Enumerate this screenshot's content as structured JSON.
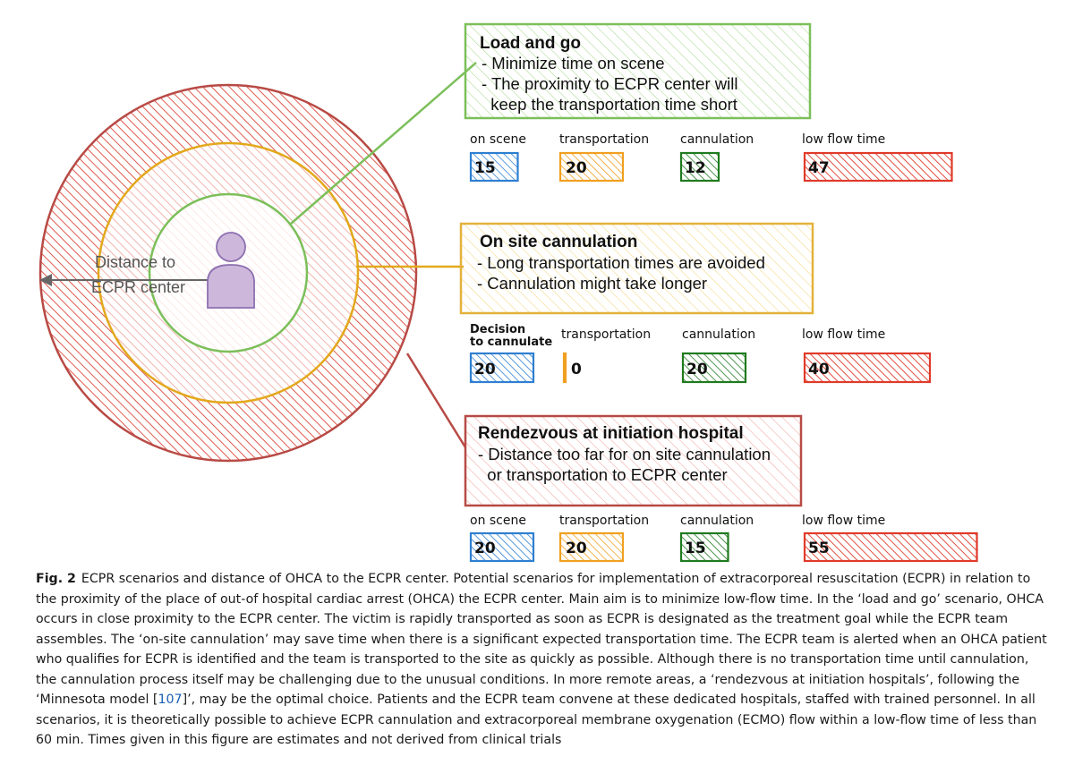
{
  "distance_label": [
    "Distance to",
    "ECPR center"
  ],
  "colors": {
    "on_scene": "#2e7fd1",
    "transportation": "#f0a020",
    "cannulation": "#1f7a1f",
    "low_flow": "#e03a2a",
    "load_and_go": "#7cbf5a",
    "on_site": "#e3b23c",
    "rendezvous": "#b84a45",
    "person": "#cdb8dc"
  },
  "scenarios": [
    {
      "title": "Load and go",
      "lines": [
        "- Minimize time on scene",
        "- The proximity to ECPR center will",
        "  keep the transportation time short"
      ],
      "bars": [
        {
          "label": "on scene",
          "value": 15
        },
        {
          "label": "transportation",
          "value": 20
        },
        {
          "label": "cannulation",
          "value": 12
        },
        {
          "label": "low flow time",
          "value": 47
        }
      ]
    },
    {
      "title": "On site cannulation",
      "lines": [
        "- Long transportation times are avoided",
        "- Cannulation might take longer"
      ],
      "bars": [
        {
          "label": "Decision to cannulate",
          "label_lines": [
            "Decision",
            "to cannulate"
          ],
          "value": 20
        },
        {
          "label": "transportation",
          "value": 0
        },
        {
          "label": "cannulation",
          "value": 20
        },
        {
          "label": "low flow time",
          "value": 40
        }
      ]
    },
    {
      "title": "Rendezvous at initiation hospital",
      "lines": [
        "- Distance too far for on site cannulation",
        "  or transportation to ECPR center"
      ],
      "bars": [
        {
          "label": "on scene",
          "value": 20
        },
        {
          "label": "transportation",
          "value": 20
        },
        {
          "label": "cannulation",
          "value": 15
        },
        {
          "label": "low flow time",
          "value": 55
        }
      ]
    }
  ],
  "caption": {
    "label": "Fig. 2",
    "text_before_ref": "ECPR scenarios and distance of OHCA to the ECPR center. Potential scenarios for implementation of extracorporeal resuscitation (ECPR) in relation to the proximity of the place of out-of hospital cardiac arrest (OHCA) the ECPR center. Main aim is to minimize low-flow time. In the ‘load and go’ scenario, OHCA occurs in close proximity to the ECPR center. The victim is rapidly transported as soon as ECPR is designated as the treatment goal while the ECPR team assembles. The ‘on-site cannulation’ may save time when there is a significant expected transportation time. The ECPR team is alerted when an OHCA patient who qualifies for ECPR is identified and the team is transported to the site as quickly as possible. Although there is no transportation time until cannulation, the cannulation process itself may be challenging due to the unusual conditions. In more remote areas, a ‘rendezvous at initiation hospitals’, following the ‘Minnesota model [",
    "ref": "107",
    "text_after_ref": "]’, may be the optimal choice. Patients and the ECPR team convene at these dedicated hospitals, staffed with trained personnel. In all scenarios, it is theoretically possible to achieve ECPR cannulation and extracorporeal membrane oxygenation (ECMO) flow within a low-flow time of less than 60 min. Times given in this figure are estimates and not derived from clinical trials"
  }
}
